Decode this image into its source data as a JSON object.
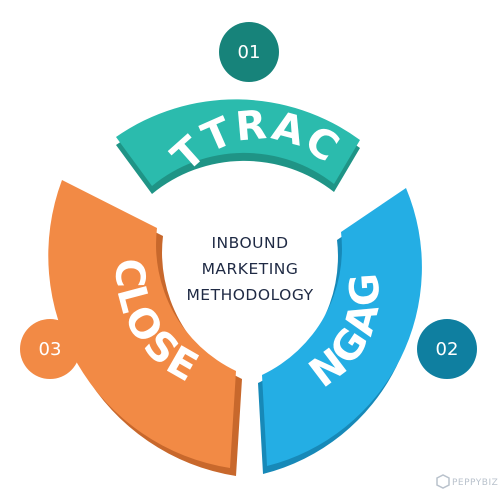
{
  "center": {
    "lines": [
      "INBOUND",
      "MARKETING",
      "METHODOLOGY"
    ]
  },
  "segments": [
    {
      "label": "ATTRACT",
      "number": "01",
      "color": "#2bbbad",
      "shade": "#1f9486",
      "badge": "#17837a"
    },
    {
      "label": "ENGAGE",
      "number": "02",
      "color": "#24aee4",
      "shade": "#1789b8",
      "badge": "#0f7fa0"
    },
    {
      "label": "CLOSE",
      "number": "03",
      "color": "#f28a45",
      "shade": "#c8682c",
      "badge": "#f28a45"
    }
  ],
  "logo": {
    "text": "PEPPYBIZ"
  }
}
